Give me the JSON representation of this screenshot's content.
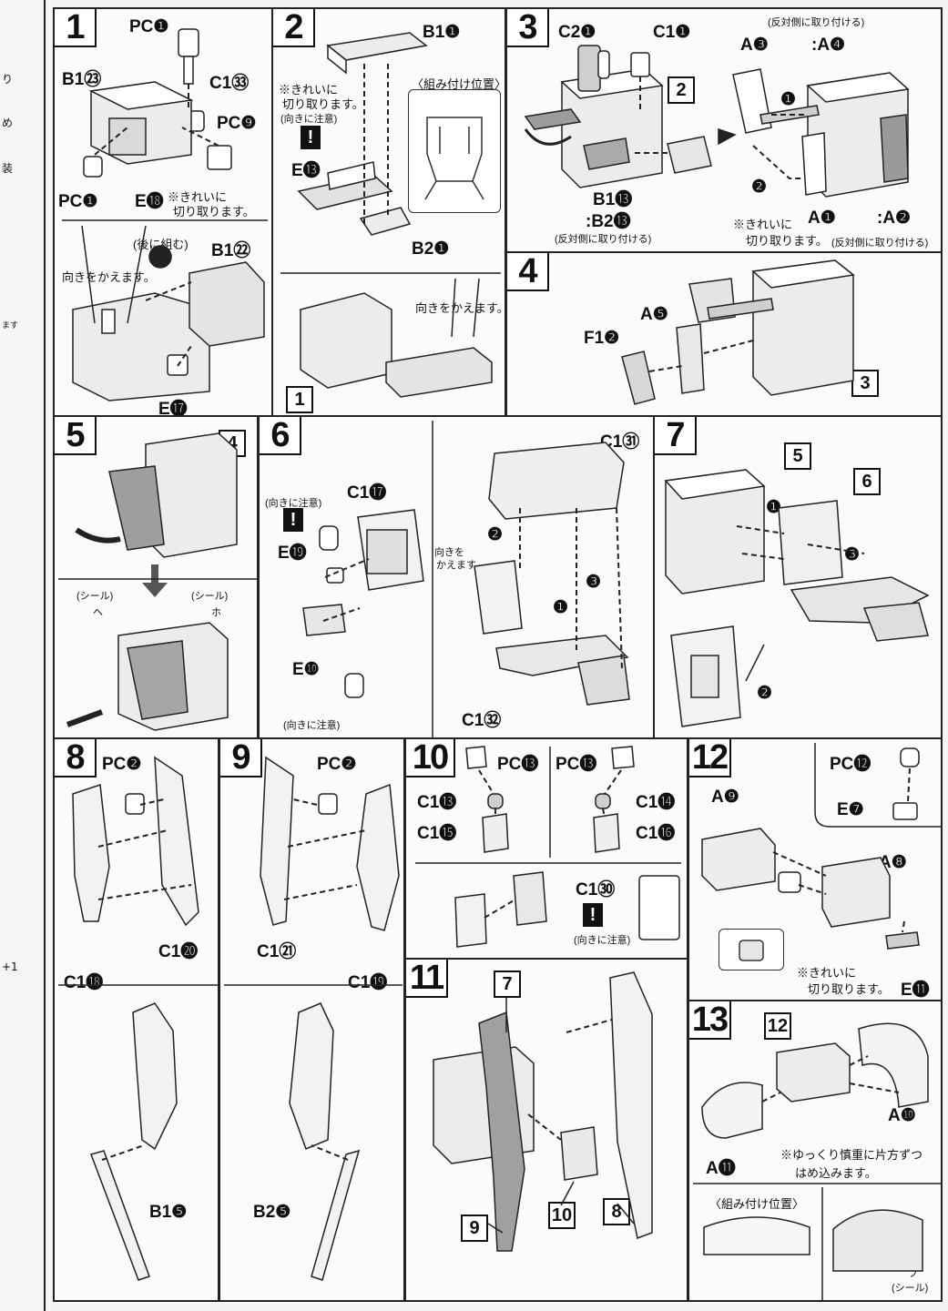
{
  "margin_strip": [
    "り",
    "め",
    "装",
    "ます",
    "+1"
  ],
  "steps": {
    "s1": {
      "num": "1",
      "labels": [
        "PC❶",
        "B1㉓",
        "C1㉝",
        "PC❾",
        "PC❶",
        "E⓲",
        "B1㉒",
        "E⓱"
      ],
      "notes": [
        "※きれいに",
        "切り取ります。",
        "(後に組む)",
        "向きをかえます。"
      ]
    },
    "s2": {
      "num": "2",
      "labels": [
        "B1❶",
        "E⓭",
        "B2❶"
      ],
      "notes": [
        "※きれいに",
        "切り取ります。",
        "(向きに注意)",
        "〈組み付け位置〉",
        "向きをかえます。"
      ],
      "ref": "1"
    },
    "s3": {
      "num": "3",
      "labels": [
        "C2❶",
        "C1❶",
        "B1⓭",
        ":B2⓭",
        "A❸",
        ":A❹",
        "A❶",
        ":A❷"
      ],
      "notes": [
        "(反対側に取り付ける)",
        "(反対側に取り付ける)",
        "※きれいに",
        "切り取ります。",
        "(反対側に取り付ける)"
      ],
      "ref": "2",
      "arrows": [
        "❶",
        "❷"
      ]
    },
    "s4": {
      "num": "4",
      "labels": [
        "A❺",
        "F1❷"
      ],
      "ref": "3"
    },
    "s5": {
      "num": "5",
      "ref": "4",
      "notes": [
        "(シール)",
        "へ",
        "(シール)",
        "ホ"
      ]
    },
    "s6": {
      "num": "6",
      "labels": [
        "C1⓱",
        "E⓳",
        "E❿",
        "C1㉛",
        "C1㉜"
      ],
      "notes": [
        "(向きに注意)",
        "(向きに注意)",
        "向きを",
        "かえます。"
      ],
      "arrows": [
        "❷",
        "❶",
        "❸"
      ]
    },
    "s7": {
      "num": "7",
      "refs": [
        "5",
        "6"
      ],
      "arrows": [
        "❶",
        "❸",
        "❷"
      ]
    },
    "s8": {
      "num": "8",
      "labels": [
        "PC❷",
        "C1⓴",
        "C1⓲",
        "B1❺"
      ]
    },
    "s9": {
      "num": "9",
      "labels": [
        "PC❷",
        "C1㉑",
        "C1⓳",
        "B2❺"
      ]
    },
    "s10": {
      "num": "10",
      "labels": [
        "PC⓭",
        "C1⓭",
        "C1⓯",
        "PC⓭",
        "C1⓮",
        "C1⓰",
        "C1㉚"
      ],
      "notes": [
        "(向きに注意)"
      ]
    },
    "s11": {
      "num": "11",
      "refs": [
        "7",
        "9",
        "10",
        "8"
      ]
    },
    "s12": {
      "num": "12",
      "labels": [
        "PC⓬",
        "E❼",
        "A❾",
        "A❽",
        "E⓫"
      ],
      "notes": [
        "※きれいに",
        "切り取ります。"
      ]
    },
    "s13": {
      "num": "13",
      "ref": "12",
      "labels": [
        "A❿",
        "A⓫"
      ],
      "notes": [
        "※ゆっくり慎重に片方ずつ",
        "はめ込みます。",
        "〈組み付け位置〉",
        "フ",
        "(シール)"
      ]
    }
  }
}
